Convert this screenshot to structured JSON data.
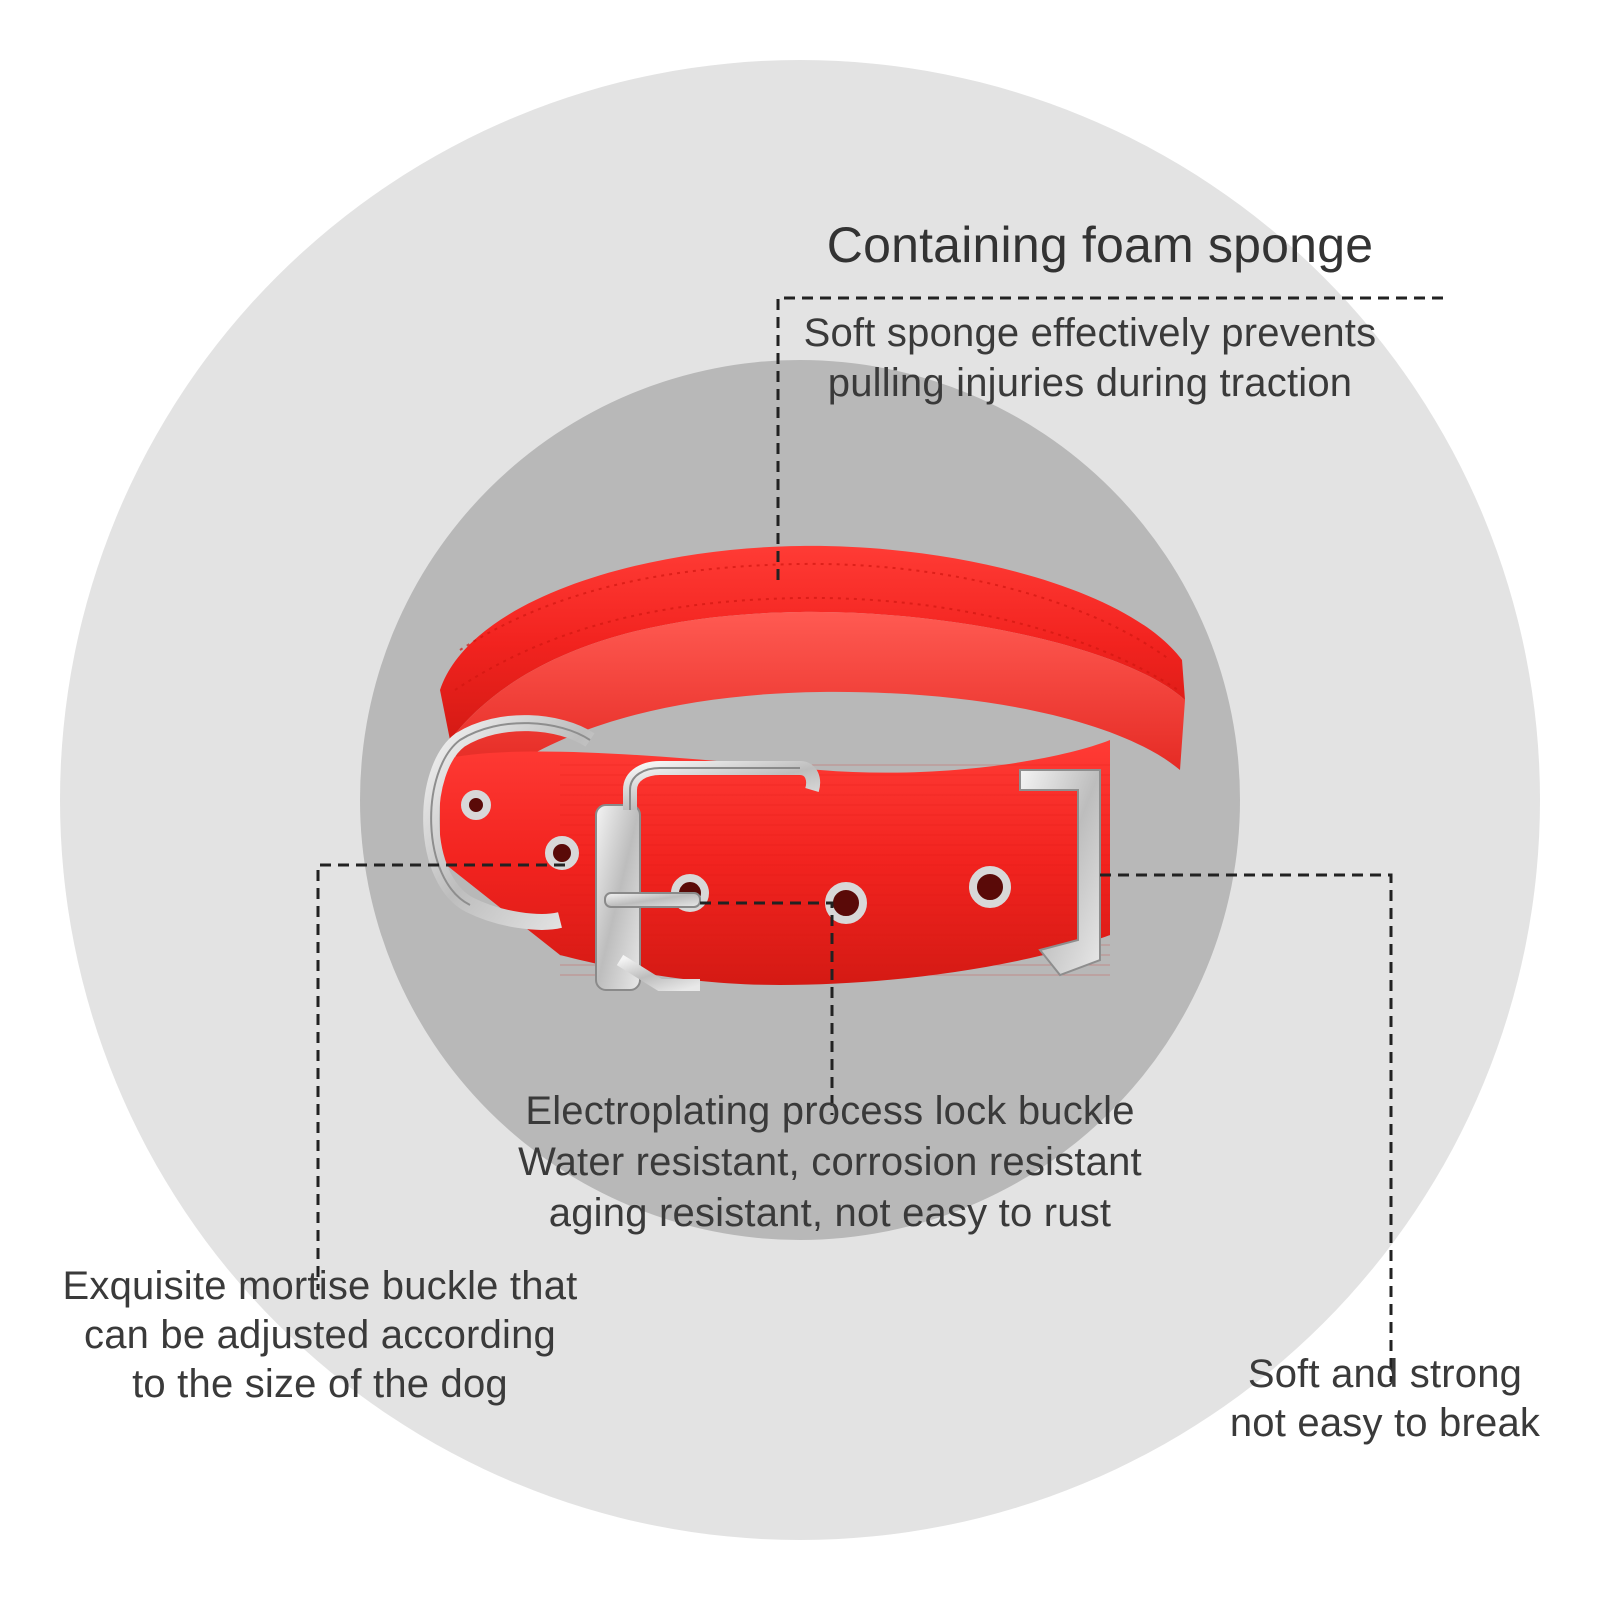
{
  "labels": {
    "foam_title": "Containing foam sponge",
    "foam_desc": [
      "Soft sponge effectively prevents",
      "pulling injuries during traction"
    ],
    "lock_desc": [
      "Electroplating process lock buckle",
      "Water resistant, corrosion resistant",
      "aging resistant, not easy to rust"
    ],
    "mortise_desc": [
      "Exquisite mortise buckle that",
      "can be adjusted according",
      "to the size of the dog"
    ],
    "strong_desc": [
      "Soft and strong",
      "not easy to break"
    ]
  },
  "colors": {
    "outer_circle": "#e3e3e3",
    "inner_circle": "#b8b8b8",
    "collar_red": "#f2231f",
    "collar_shadow": "#c8150f",
    "metal": "#d6d6d6",
    "leader_line": "#222222",
    "text": "#3a3a3a"
  }
}
